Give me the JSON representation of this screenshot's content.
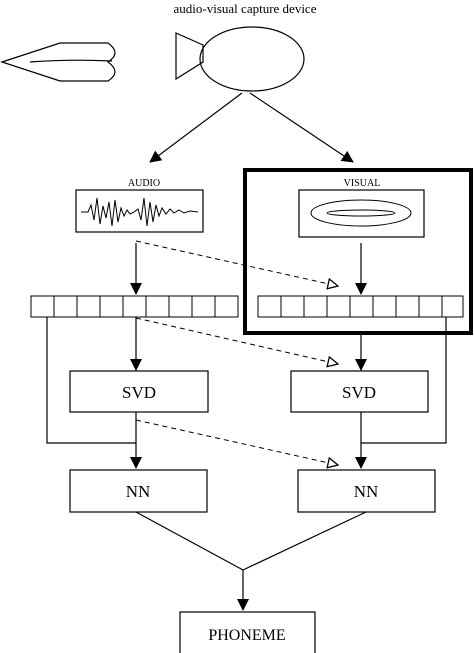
{
  "title": "audio-visual capture device",
  "audio_label": "AUDIO",
  "visual_label": "VISUAL",
  "left_svd_label": "SVD",
  "right_svd_label": "SVD",
  "left_nn_label": "NN",
  "right_nn_label": "NN",
  "output_label": "PHONEME",
  "colors": {
    "stroke": "#000000",
    "background": "#ffffff"
  }
}
